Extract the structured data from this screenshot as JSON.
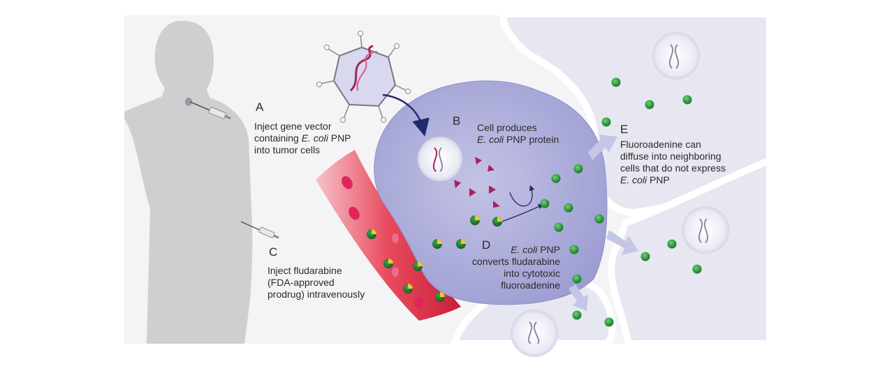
{
  "colors": {
    "panel": "#f4f4f6",
    "silhouette": "#cfcfd1",
    "tumor_cell": "#a8a8d6",
    "tumor_cell_edge": "#8f8fc8",
    "neighbor_cell": "#e7e7f1",
    "neighbor_edge": "#ffffff",
    "vessel": "#e2384e",
    "vessel_light": "#f7b8c0",
    "pnp_protein": "#a8235a",
    "fluoroadenine": "#2e9a3e",
    "fludarabine_mark": "#f2c530",
    "arrow": "#222a6b",
    "diffusion_arrow": "#c3c6e6"
  },
  "icons": [
    "person-silhouette",
    "syringe-icon",
    "virus-vector-icon",
    "dna-icon",
    "blood-vessel",
    "tumor-cell",
    "green-dot"
  ],
  "labels": {
    "A": {
      "letter": "A",
      "lines": [
        "Inject gene vector"
      ],
      "line2_pre": "containing ",
      "line2_em": "E. coli",
      "line2_post": " PNP",
      "line3": "into tumor cells"
    },
    "B": {
      "letter": "B",
      "line1": "Cell produces",
      "line2_em": "E. coli",
      "line2_post": " PNP protein"
    },
    "C": {
      "letter": "C",
      "lines": [
        "Inject fludarabine",
        "(FDA-approved",
        "prodrug) intravenously"
      ]
    },
    "D": {
      "letter": "D",
      "line1_em": "E. coli",
      "line1_post": " PNP",
      "lines": [
        "converts fludarabine",
        "into cytotoxic",
        "fluoroadenine"
      ]
    },
    "E": {
      "letter": "E",
      "lines": [
        "Fluoroadenine can",
        "diffuse into neighboring",
        "cells that do not express"
      ],
      "line4_em": "E. coli",
      "line4_post": " PNP"
    }
  }
}
